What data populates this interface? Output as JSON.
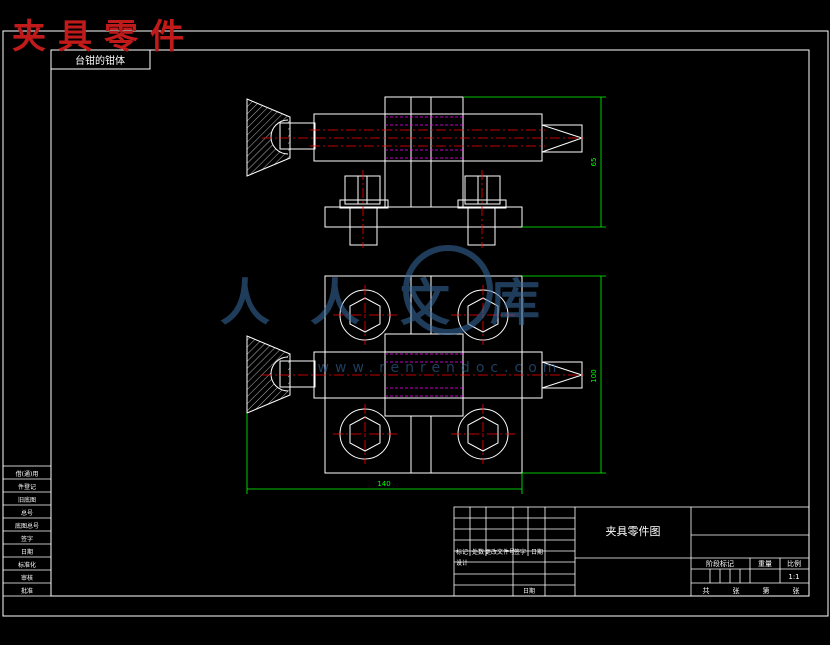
{
  "overlay_title": "夹具零件",
  "drawing_number_box": "台钳的钳体",
  "title_block": {
    "title": "夹具零件图",
    "scale": "1:1",
    "headers": [
      "阶段标记",
      "重量",
      "比例"
    ],
    "sheet_labels": [
      "共",
      "张",
      "第",
      "张"
    ],
    "revision_headers": [
      "标记",
      "处数",
      "更改文件号",
      "签字",
      "日期"
    ],
    "design_label": "设计",
    "approve_label": "日期"
  },
  "side_table": {
    "rows": [
      "借(通)用",
      "件登记",
      "旧底图",
      "总号",
      "底图总号",
      "签字",
      "日期",
      "标准化",
      "审核",
      "批准"
    ]
  },
  "dimensions": {
    "front_height": "65",
    "plan_height": "100",
    "plan_width": "140"
  },
  "watermark": {
    "brand": "人人文库",
    "url": "www.renrendoc.com"
  },
  "colors": {
    "background": "#000000",
    "outline": "#ffffff",
    "dimension": "#00ff00",
    "centerline": "#ff0000",
    "hidden": "#ff00ff",
    "overlay_title": "#c01a1a",
    "watermark": "#3a6ea5"
  }
}
